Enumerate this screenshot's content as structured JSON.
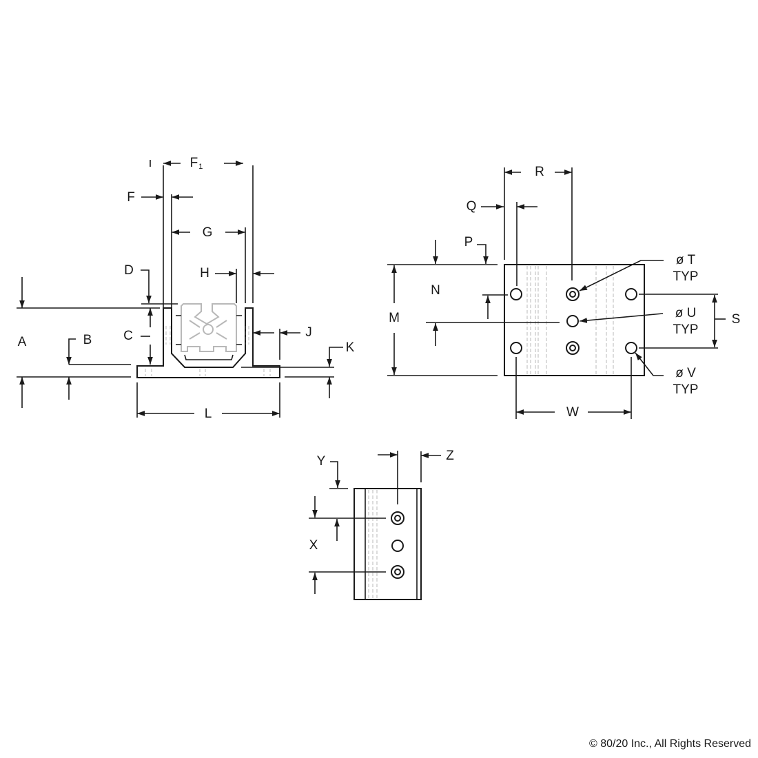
{
  "drawing": {
    "front_view": {
      "labels": {
        "A": "A",
        "B": "B",
        "C": "C",
        "D": "D",
        "F": "F",
        "F1": "F",
        "F1_sub": "1",
        "G": "G",
        "H": "H",
        "J": "J",
        "K": "K",
        "L": "L"
      }
    },
    "top_view": {
      "labels": {
        "M": "M",
        "N": "N",
        "P": "P",
        "Q": "Q",
        "R": "R",
        "S": "S",
        "W": "W"
      },
      "callouts": [
        {
          "dia": "ø T",
          "note": "TYP"
        },
        {
          "dia": "ø U",
          "note": "TYP"
        },
        {
          "dia": "ø V",
          "note": "TYP"
        }
      ]
    },
    "side_view": {
      "labels": {
        "X": "X",
        "Y": "Y",
        "Z": "Z"
      }
    }
  },
  "footer": {
    "copyright": "© 80/20 Inc., All Rights Reserved"
  }
}
